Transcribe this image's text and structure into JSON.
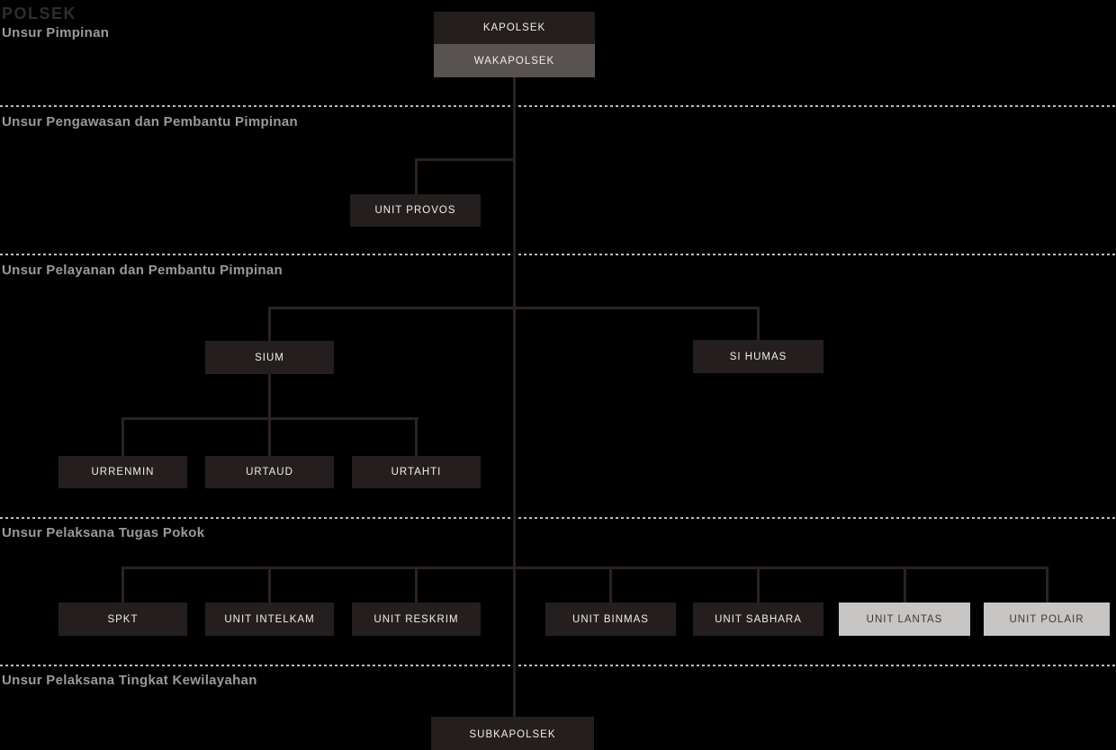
{
  "title": "POLSEK",
  "colors": {
    "background": "#000000",
    "box_dark": "#241f1e",
    "box_gray": "#585251",
    "box_light": "#c7c6c5",
    "box_dark_text": "#f1eeec",
    "box_light_text": "#3d3936",
    "line": "#2a2322",
    "divider": "#bdbaba",
    "section_label": "#9c9999",
    "title_color": "#332c2a"
  },
  "sections": [
    {
      "label": "Unsur Pimpinan",
      "nodes": [
        "kapolsek",
        "wakapolsek"
      ]
    },
    {
      "label": "Unsur Pengawasan dan Pembantu Pimpinan",
      "nodes": [
        "unit_provos"
      ]
    },
    {
      "label": "Unsur Pelayanan dan Pembantu Pimpinan",
      "nodes": [
        "sium",
        "si_humas",
        "urrenmin",
        "urtaud",
        "urtahti"
      ]
    },
    {
      "label": "Unsur Pelaksana Tugas Pokok",
      "nodes": [
        "spkt",
        "unit_intelkam",
        "unit_reskrim",
        "unit_binmas",
        "unit_sabhara",
        "unit_lantas",
        "unit_polair"
      ]
    },
    {
      "label": "Unsur Pelaksana Tingkat Kewilayahan",
      "nodes": [
        "subkapolsek"
      ]
    }
  ],
  "nodes": {
    "kapolsek": {
      "label": "KAPOLSEK",
      "variant": "dark"
    },
    "wakapolsek": {
      "label": "WAKAPOLSEK",
      "variant": "gray"
    },
    "unit_provos": {
      "label": "UNIT PROVOS",
      "variant": "dark"
    },
    "sium": {
      "label": "SIUM",
      "variant": "dark"
    },
    "si_humas": {
      "label": "SI HUMAS",
      "variant": "dark"
    },
    "urrenmin": {
      "label": "URRENMIN",
      "variant": "dark"
    },
    "urtaud": {
      "label": "URTAUD",
      "variant": "dark"
    },
    "urtahti": {
      "label": "URTAHTI",
      "variant": "dark"
    },
    "spkt": {
      "label": "SPKT",
      "variant": "dark"
    },
    "unit_intelkam": {
      "label": "UNIT INTELKAM",
      "variant": "dark"
    },
    "unit_reskrim": {
      "label": "UNIT RESKRIM",
      "variant": "dark"
    },
    "unit_binmas": {
      "label": "UNIT BINMAS",
      "variant": "dark"
    },
    "unit_sabhara": {
      "label": "UNIT SABHARA",
      "variant": "dark"
    },
    "unit_lantas": {
      "label": "UNIT LANTAS",
      "variant": "light"
    },
    "unit_polair": {
      "label": "UNIT POLAIR",
      "variant": "light"
    },
    "subkapolsek": {
      "label": "SUBKAPOLSEK",
      "variant": "dark"
    }
  },
  "edges": [
    {
      "from": "kapolsek",
      "to": "wakapolsek"
    },
    {
      "from": "wakapolsek",
      "to": "unit_provos"
    },
    {
      "from": "wakapolsek",
      "to": "sium"
    },
    {
      "from": "wakapolsek",
      "to": "si_humas"
    },
    {
      "from": "sium",
      "to": "urrenmin"
    },
    {
      "from": "sium",
      "to": "urtaud"
    },
    {
      "from": "sium",
      "to": "urtahti"
    },
    {
      "from": "wakapolsek",
      "to": "spkt"
    },
    {
      "from": "wakapolsek",
      "to": "unit_intelkam"
    },
    {
      "from": "wakapolsek",
      "to": "unit_reskrim"
    },
    {
      "from": "wakapolsek",
      "to": "unit_binmas"
    },
    {
      "from": "wakapolsek",
      "to": "unit_sabhara"
    },
    {
      "from": "wakapolsek",
      "to": "unit_lantas"
    },
    {
      "from": "wakapolsek",
      "to": "unit_polair"
    },
    {
      "from": "wakapolsek",
      "to": "subkapolsek"
    }
  ]
}
